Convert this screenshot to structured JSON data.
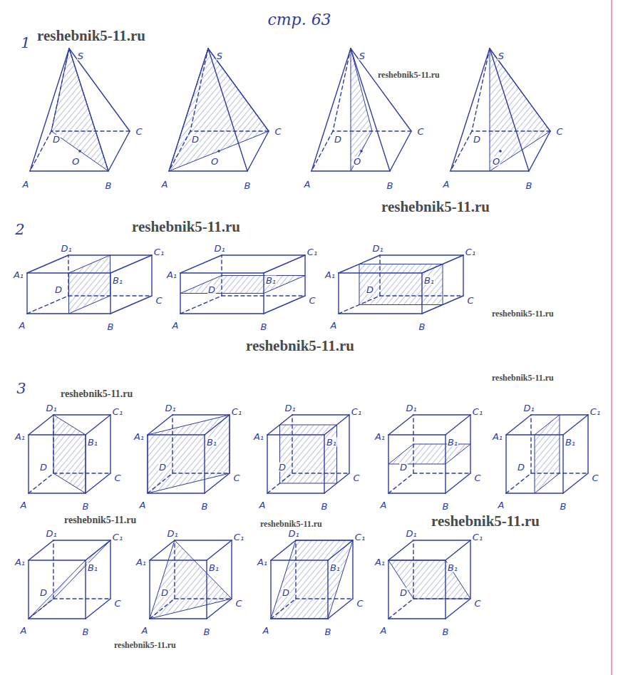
{
  "diagram": {
    "title": "стр. 63",
    "labels": [
      "1",
      "S",
      "A",
      "B",
      "C",
      "D",
      "O",
      "S",
      "A",
      "B",
      "C",
      "D",
      "O",
      "S",
      "A",
      "B",
      "C",
      "D",
      "O",
      "S",
      "A",
      "B",
      "C",
      "D",
      "O",
      "2",
      "A",
      "B",
      "C",
      "D",
      "A₁",
      "B₁",
      "C₁",
      "D₁",
      "A",
      "B",
      "C",
      "D",
      "A₁",
      "B₁",
      "C₁",
      "D₁",
      "A",
      "B",
      "C",
      "D",
      "A₁",
      "B₁",
      "C₁",
      "D₁",
      "3",
      "A",
      "B",
      "C",
      "D",
      "A₁",
      "B₁",
      "C₁",
      "D₁",
      "A",
      "B",
      "C",
      "D",
      "A₁",
      "B₁",
      "C₁",
      "D₁",
      "A",
      "B",
      "C",
      "D",
      "A₁",
      "B₁",
      "C₁",
      "D₁",
      "A",
      "B",
      "C",
      "D",
      "A₁",
      "B₁",
      "C₁",
      "D₁",
      "A",
      "B",
      "C",
      "D",
      "A₁",
      "B₁",
      "C₁",
      "D₁",
      "A",
      "B",
      "C",
      "D",
      "A₁",
      "B₁",
      "C₁",
      "D₁",
      "A",
      "B",
      "C",
      "D",
      "A₁",
      "B₁",
      "C₁",
      "D₁",
      "A",
      "B",
      "C",
      "D",
      "A₁",
      "B₁",
      "C₁",
      "D₁",
      "A",
      "B",
      "C",
      "D",
      "A₁",
      "B₁",
      "C₁",
      "D₁",
      "reshebnik5-11.ru",
      "reshebnik5-11.ru",
      "reshebnik5-11.ru",
      "reshebnik5-11.ru",
      "reshebnik5-11.ru",
      "reshebnik5-11.ru",
      "reshebnik5-11.ru",
      "reshebnik5-11.ru",
      "reshebnik5-11.ru",
      "reshebnik5-11.ru",
      "reshebnik5-11.ru",
      "reshebnik5-11.ru"
    ]
  }
}
